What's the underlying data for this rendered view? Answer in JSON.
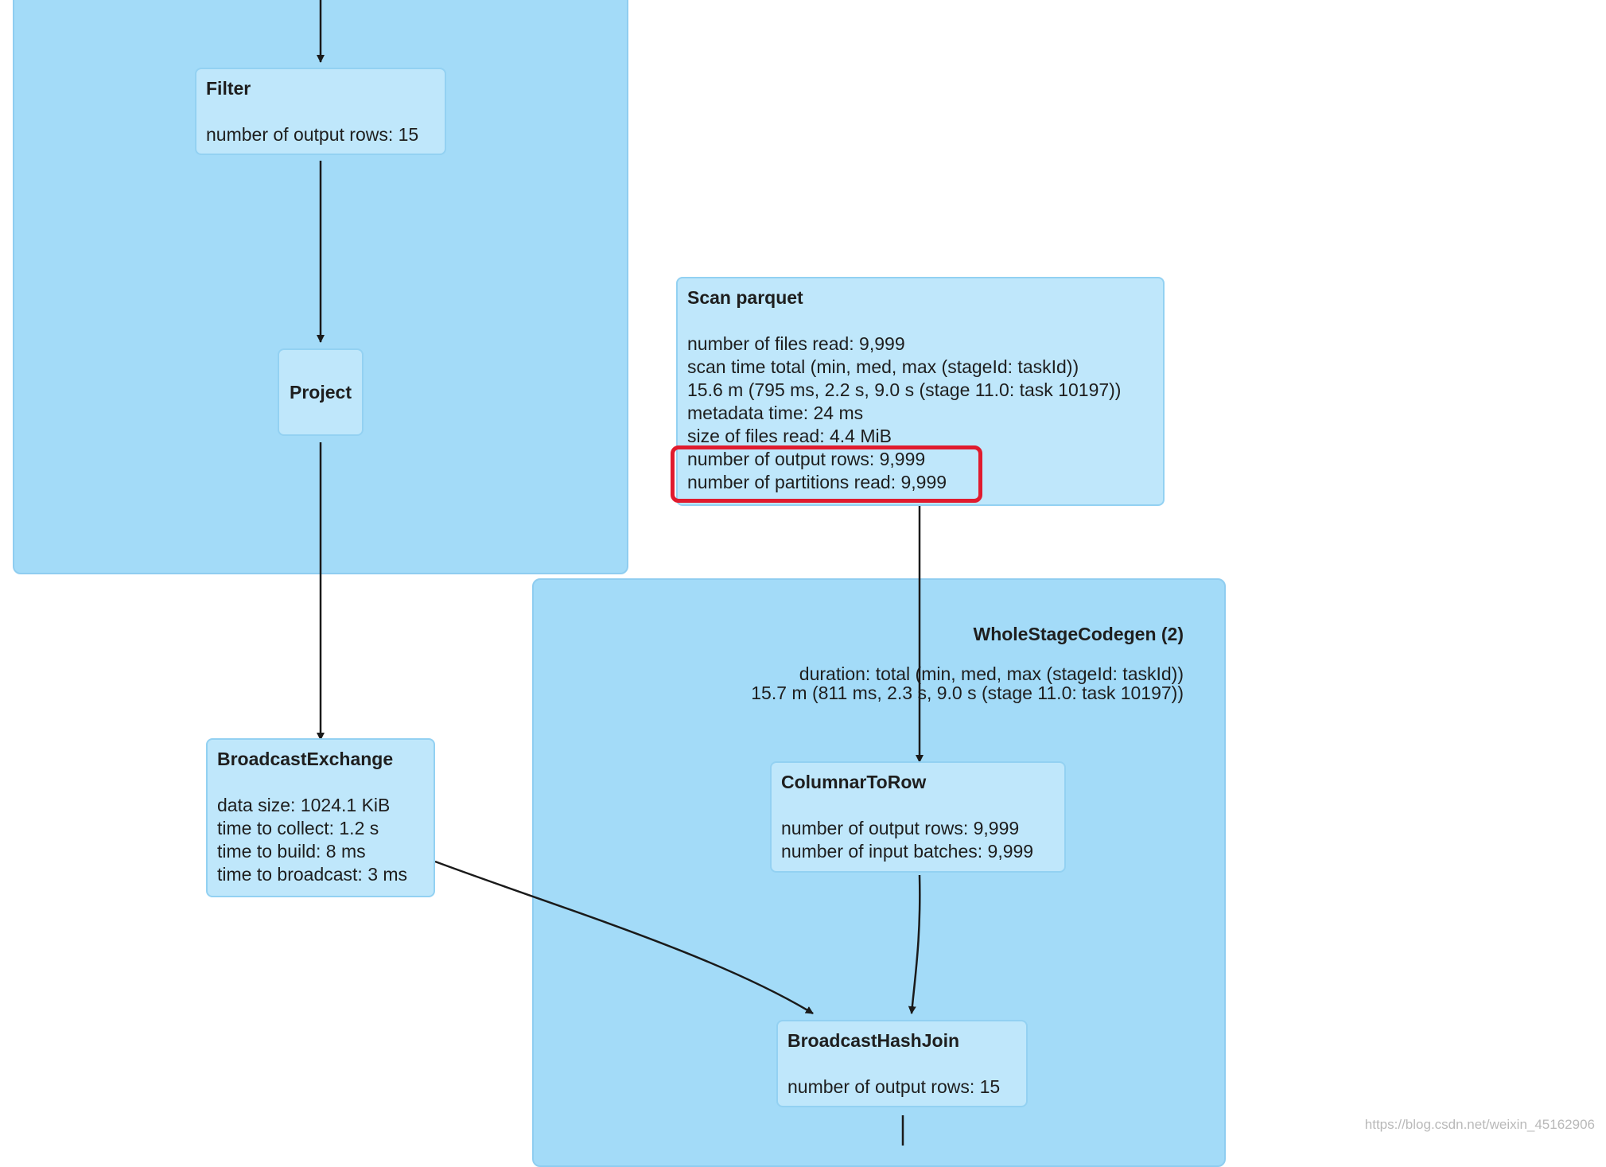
{
  "clusters": {
    "stage2": {
      "title": "WholeStageCodegen (2)",
      "metrics": [
        "duration: total (min, med, max (stageId: taskId))",
        "15.7 m (811 ms, 2.3 s, 9.0 s (stage 11.0: task 10197))"
      ]
    }
  },
  "nodes": {
    "filter": {
      "title": "Filter",
      "metrics": [
        "number of output rows: 15"
      ]
    },
    "project": {
      "title": "Project"
    },
    "scan_parquet": {
      "title": "Scan parquet",
      "metrics": [
        "number of files read: 9,999",
        "scan time total (min, med, max (stageId: taskId))",
        "15.6 m (795 ms, 2.2 s, 9.0 s (stage 11.0: task 10197))",
        "metadata time: 24 ms",
        "size of files read: 4.4 MiB",
        "number of output rows: 9,999",
        "number of partitions read: 9,999"
      ]
    },
    "broadcast_exchange": {
      "title": "BroadcastExchange",
      "metrics": [
        "data size: 1024.1 KiB",
        "time to collect: 1.2 s",
        "time to build: 8 ms",
        "time to broadcast: 3 ms"
      ]
    },
    "columnar_to_row": {
      "title": "ColumnarToRow",
      "metrics": [
        "number of output rows: 9,999",
        "number of input batches: 9,999"
      ]
    },
    "broadcast_hash_join": {
      "title": "BroadcastHashJoin",
      "metrics": [
        "number of output rows: 15"
      ]
    }
  },
  "watermark": "https://blog.csdn.net/weixin_45162906",
  "colors": {
    "cluster_fill": "#a3dbf8",
    "node_fill": "#bfe7fb",
    "highlight": "#e01b2e",
    "edge": "#1a1a1a"
  }
}
